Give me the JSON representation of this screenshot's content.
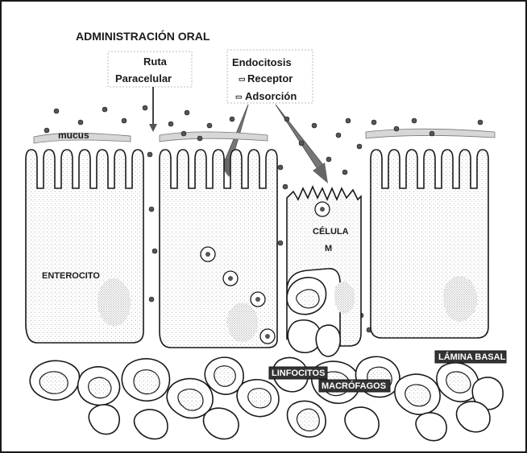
{
  "title": "ADMINISTRACIÓN ORAL",
  "labels": {
    "route_line1": "Ruta",
    "route_line2": "Paracelular",
    "endo_line1": "Endocitosis",
    "endo_line2": "Receptor",
    "endo_line3": "Adsorción",
    "mucus": "mucus",
    "enterocyte": "ENTEROCITO",
    "mcell_line1": "CÉLULA",
    "mcell_line2": "M",
    "basal_lamina": "LÁMINA BASAL",
    "lymphocytes": "LINFOCITOS",
    "macrophages": "MACRÓFAGOS"
  },
  "colors": {
    "ink": "#1a1a1a",
    "badge": "#333333",
    "stipple": "#9a9a9a",
    "arrow": "#6e6e6e"
  }
}
